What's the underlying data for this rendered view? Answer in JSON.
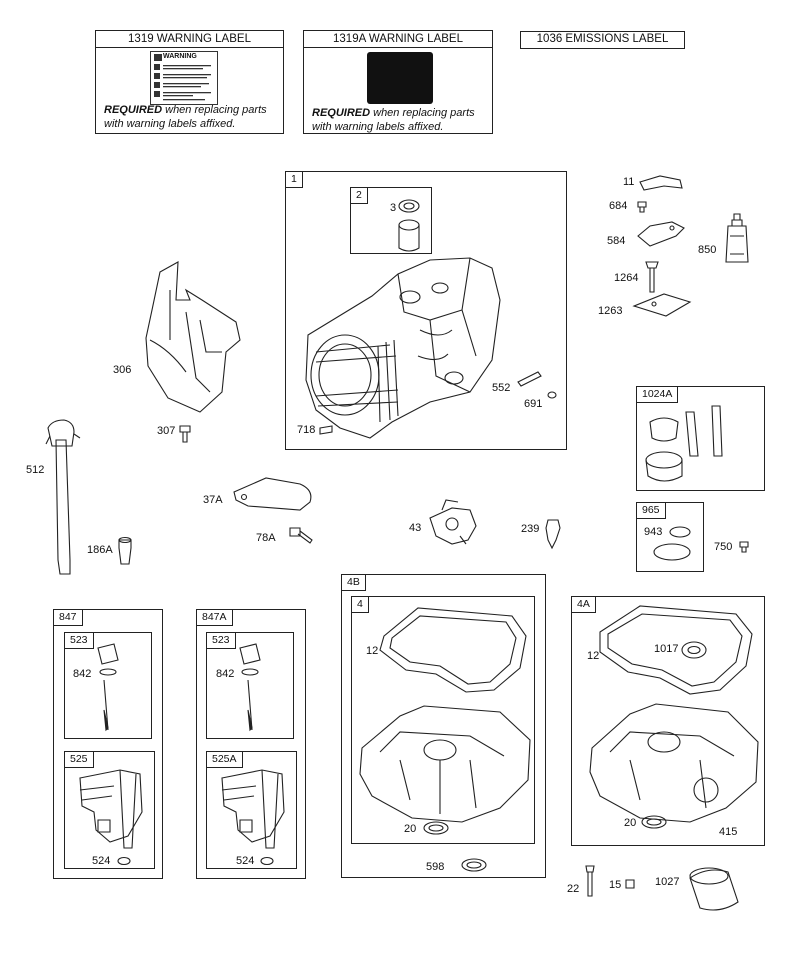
{
  "warning_labels": [
    {
      "number": "1319",
      "title": "1319 WARNING LABEL",
      "mini_heading": "WARNING",
      "required_bold": "REQUIRED",
      "required_rest": " when replacing parts",
      "required_line2": "with warning labels affixed."
    },
    {
      "number": "1319A",
      "title": "1319A WARNING LABEL",
      "required_bold": "REQUIRED",
      "required_rest": " when replacing parts",
      "required_line2": "with warning labels affixed."
    }
  ],
  "emissions_label": "1036 EMISSIONS LABEL",
  "group_tags": {
    "g1": "1",
    "g2": "2",
    "g1024a": "1024A",
    "g965": "965",
    "g847": "847",
    "g523a": "523",
    "g525": "525",
    "g847a": "847A",
    "g523b": "523",
    "g525a": "525A",
    "g4b": "4B",
    "g4": "4",
    "g4a": "4A"
  },
  "part_labels": {
    "p3": "3",
    "p11": "11",
    "p684": "684",
    "p584": "584",
    "p850": "850",
    "p1264": "1264",
    "p1263": "1263",
    "p306": "306",
    "p307": "307",
    "p552": "552",
    "p691": "691",
    "p718": "718",
    "p512": "512",
    "p37a": "37A",
    "p78a": "78A",
    "p186a": "186A",
    "p43": "43",
    "p239": "239",
    "p943": "943",
    "p750": "750",
    "p842a": "842",
    "p524a": "524",
    "p842b": "842",
    "p524b": "524",
    "p12a": "12",
    "p20a": "20",
    "p598": "598",
    "p12b": "12",
    "p1017": "1017",
    "p20b": "20",
    "p415": "415",
    "p22": "22",
    "p15": "15",
    "p1027": "1027"
  }
}
